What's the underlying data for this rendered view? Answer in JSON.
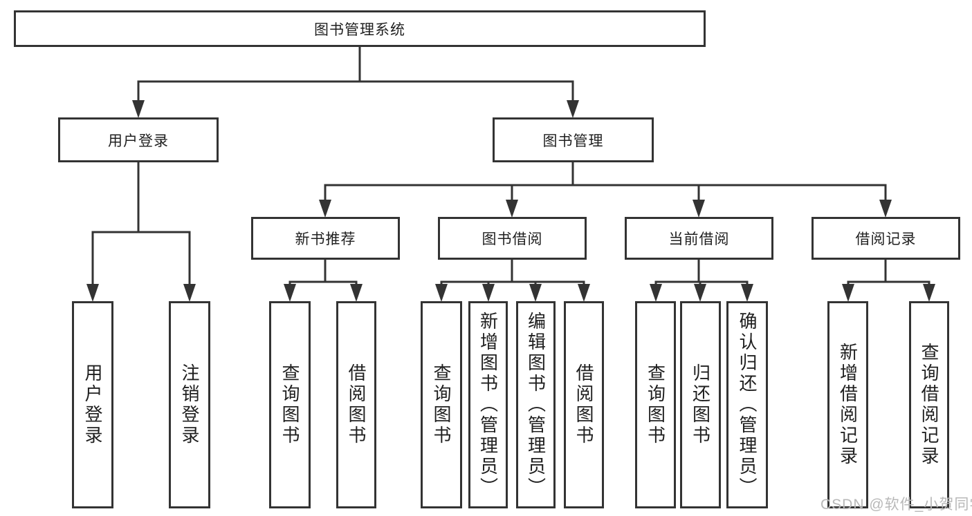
{
  "page": {
    "background_color": "#ffffff",
    "line_color": "#333333",
    "text_color": "#1f1f1f"
  },
  "diagram": {
    "root": {
      "label": "图书管理系统"
    },
    "branches": [
      {
        "label": "用户登录",
        "children": [
          {
            "label": "用户登录"
          },
          {
            "label": "注销登录"
          }
        ]
      },
      {
        "label": "图书管理",
        "children": [
          {
            "label": "新书推荐",
            "children": [
              {
                "label": "查询图书"
              },
              {
                "label": "借阅图书"
              }
            ]
          },
          {
            "label": "图书借阅",
            "children": [
              {
                "label": "查询图书"
              },
              {
                "label": "新增图书（管理员）"
              },
              {
                "label": "编辑图书（管理员）"
              },
              {
                "label": "借阅图书"
              }
            ]
          },
          {
            "label": "当前借阅",
            "children": [
              {
                "label": "查询图书"
              },
              {
                "label": "归还图书"
              },
              {
                "label": "确认归还（管理员）"
              }
            ]
          },
          {
            "label": "借阅记录",
            "children": [
              {
                "label": "新增借阅记录"
              },
              {
                "label": "查询借阅记录"
              }
            ]
          }
        ]
      }
    ]
  },
  "watermark": {
    "text": "CSDN @软件_小贺同学",
    "color": "#b8b8b8"
  }
}
